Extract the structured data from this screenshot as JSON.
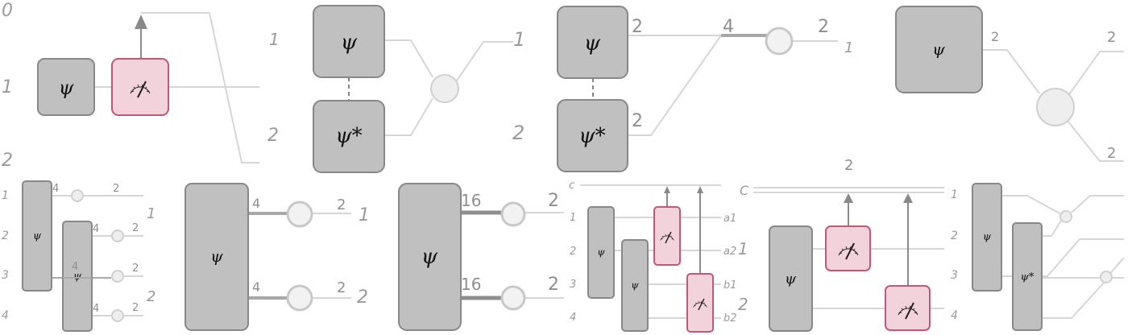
{
  "panel1": {
    "labels": [
      "0",
      "1",
      "2"
    ],
    "state": "ψ"
  },
  "panel2": {
    "left_labels": [
      "1",
      "2"
    ],
    "right_label": "1",
    "state_top": "ψ",
    "state_bottom": "ψ*"
  },
  "panel3": {
    "left_label": "2",
    "state_top": "ψ",
    "state_bottom": "ψ*",
    "dim_top": "2",
    "dim_bottom": "2",
    "dim_merged": "4",
    "dim_out": "2",
    "out_label": "1"
  },
  "panel4": {
    "state": "ψ",
    "dim_in": "2",
    "dim_out_top": "2",
    "dim_out_bottom": "2"
  },
  "panel5": {
    "left_labels": [
      "1",
      "2",
      "3",
      "4"
    ],
    "state_a": "ψ",
    "state_b": "ψ",
    "dim_a": "4",
    "dim_b1": "4",
    "dim_b2": "4",
    "dim_b3": "4",
    "out_dims": [
      "2",
      "2",
      "2",
      "2"
    ],
    "right_labels": [
      "1",
      "2"
    ]
  },
  "panel6": {
    "state": "ψ",
    "dim_top": "4",
    "dim_bottom": "4",
    "out_top": "2",
    "out_bottom": "2",
    "label_top": "1",
    "label_bottom": "2"
  },
  "panel7": {
    "state": "ψ",
    "dim_top": "16",
    "dim_bottom": "16",
    "out_top": "2",
    "out_bottom": "2"
  },
  "panel8": {
    "classical": "c",
    "left_labels": [
      "1",
      "2",
      "3",
      "4"
    ],
    "state_a": "ψ",
    "state_b": "ψ",
    "right_labels": [
      "a1",
      "a2",
      "b1",
      "b2"
    ],
    "far_labels": [
      "1",
      "2"
    ]
  },
  "panel9": {
    "classical": "C",
    "top_dim": "2",
    "state": "ψ"
  },
  "panel10": {
    "labels": [
      "1",
      "2",
      "3",
      "4"
    ],
    "state_a": "ψ",
    "state_b": "ψ*"
  }
}
